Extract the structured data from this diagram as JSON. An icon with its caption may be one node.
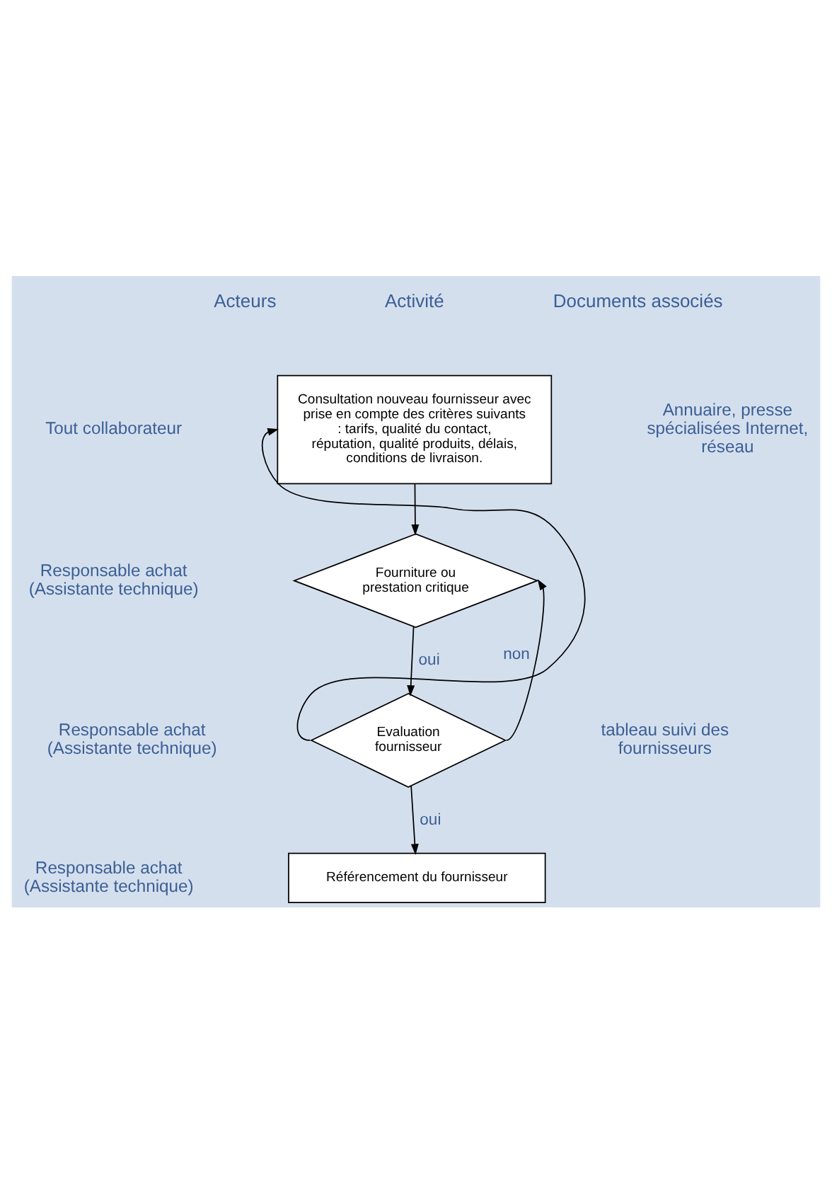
{
  "diagram": {
    "nodes": [
      {
        "text": [
          "Consultation nouveau fournisseur avec prise en compte des critères suivants : tarifs, qualité du contact, réputation, qualité produits, délais, conditions de livraison."
        ]
      },
      {
        "text": [
          "Fourniture ou prestation critique"
        ]
      },
      {
        "text": [
          "Evaluation fournisseur"
        ]
      },
      {
        "text": [
          "Référencement du fournisseur"
        ]
      }
    ],
    "edges": [
      {
        "from": 0,
        "to": 1,
        "arrow": "to"
      },
      {
        "from": 1,
        "to": 2,
        "arrow": "to",
        "label": "oui"
      },
      {
        "from": 2,
        "to": 0,
        "arrow": "to"
      },
      {
        "from": 2,
        "to": 1,
        "arrow": "to",
        "label": "non"
      },
      {
        "from": 2,
        "to": 3,
        "arrow": "to",
        "label": "oui"
      }
    ],
    "labels": [
      "Acteurs",
      "Activité",
      "Documents associés",
      "Tout collaborateur",
      "Annuaire, presse spécialisées Internet, réseau",
      "Responsable achat (Assistante technique)",
      "Responsable achat (Assistante technique)",
      "tableau suivi des fournisseurs",
      "Responsable achat (Assistante technique)"
    ]
  }
}
